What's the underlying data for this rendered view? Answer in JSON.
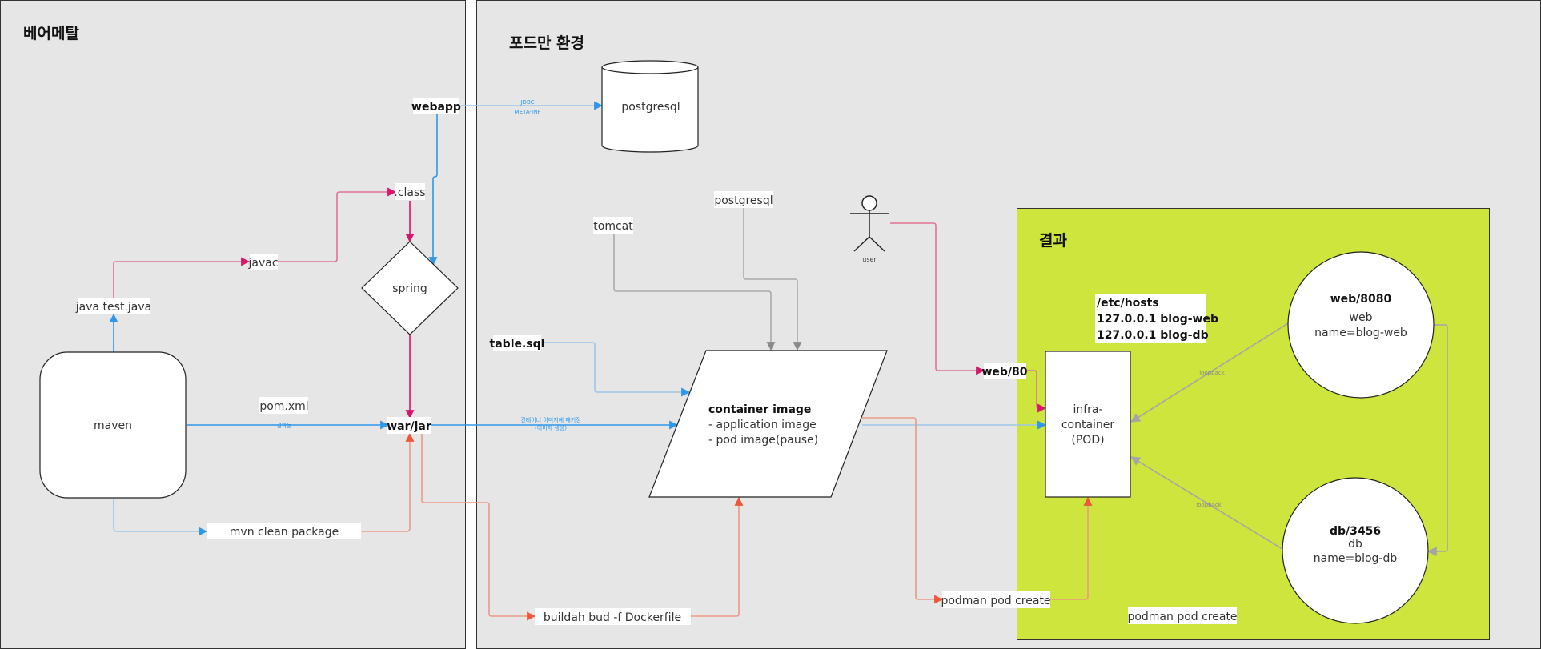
{
  "panels": {
    "baremetal": {
      "title": "베어메탈"
    },
    "podman": {
      "title": "포드만 환경"
    },
    "result": {
      "title": "결과"
    }
  },
  "nodes": {
    "maven": "maven",
    "java_test": "java test.java",
    "javac": "javac",
    "class": ".class",
    "spring": "spring",
    "webapp": "webapp",
    "pom": "pom.xml",
    "war_jar": "war/jar",
    "mvn_clean": "mvn clean package",
    "postgresql_db": "postgresql",
    "tomcat": "tomcat",
    "postgresql_img": "postgresql",
    "table_sql": "table.sql",
    "buildah": "buildah bud -f Dockerfile",
    "podman_pod_create": "podman pod create",
    "podman_pod_create_label": "podman pod create",
    "user": "user",
    "web80": "web/80",
    "container_image": {
      "title": "container image",
      "line1": "- application image",
      "line2": "- pod image(pause)"
    },
    "infra": {
      "line1": "infra-",
      "line2": "container",
      "line3": "(POD)"
    },
    "hosts": {
      "line1": "/etc/hosts",
      "line2": "127.0.0.1 blog-web",
      "line3": "127.0.0.1 blog-db"
    },
    "web8080": {
      "title": "web/8080",
      "line1": "web",
      "line2": "name=blog-web"
    },
    "db3456": {
      "title": "db/3456",
      "line1": "db",
      "line2": "name=blog-db"
    }
  },
  "edge_labels": {
    "jdbc": "JDBC",
    "meta_inf": "META-INF",
    "result_product": "결과물",
    "packaging_line1": "컨테이너 이미지에 패키징",
    "packaging_line2": "(이미지 생성)",
    "loopback_top": "loopback",
    "loopback_bottom": "loopback"
  },
  "colors": {
    "panel_bg": "#e6e6e6",
    "result_bg": "#cde53d",
    "blue": "#2f97e8",
    "magenta": "#d6176b",
    "pink": "#e07494",
    "orange": "#f0573a",
    "salmon": "#eb9a85",
    "lightblue": "#9fc6e9",
    "gray": "#aaaaaa"
  }
}
